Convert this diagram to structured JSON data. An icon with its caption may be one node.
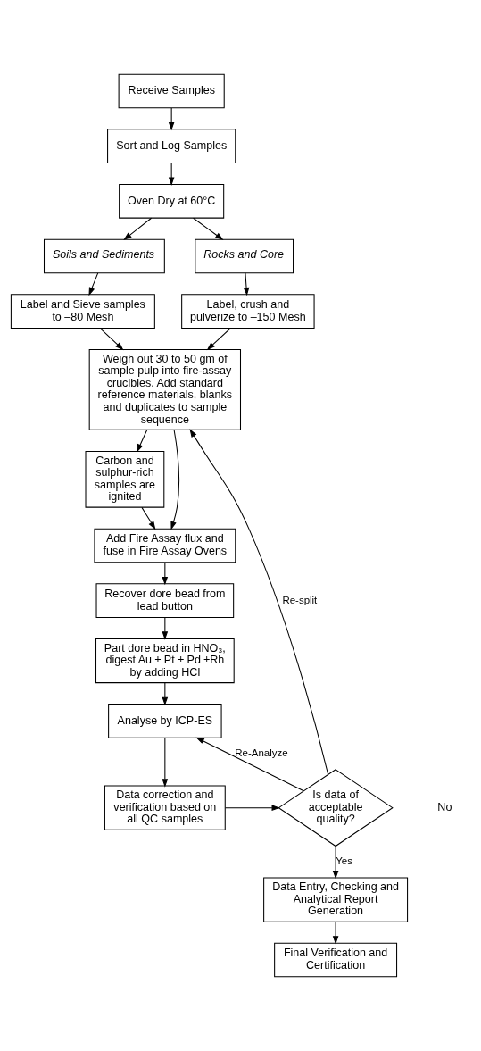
{
  "diagram": {
    "nodes": [
      {
        "text": [
          "Receive Samples"
        ]
      },
      {
        "text": [
          "Sort and Log Samples"
        ]
      },
      {
        "text": [
          "Oven Dry at 60°C"
        ]
      },
      {
        "text": [
          "Soils and Sediments"
        ]
      },
      {
        "text": [
          "Rocks and Core"
        ]
      },
      {
        "text": [
          "Label and Sieve samples to –80 Mesh"
        ]
      },
      {
        "text": [
          "Label, crush and pulverize to –150 Mesh"
        ]
      },
      {
        "text": [
          "Weigh out 30 to 50 gm of sample pulp into fire-assay crucibles. Add standard reference materials, blanks and duplicates to sample sequence"
        ]
      },
      {
        "text": [
          "Carbon and sulphur-rich samples are ignited"
        ]
      },
      {
        "text": [
          "Add Fire Assay flux and fuse in Fire Assay Ovens"
        ]
      },
      {
        "text": [
          "Recover dore bead from lead button"
        ]
      },
      {
        "text": [
          "Part dore bead in HNO₃, digest Au ± Pt ± Pd ±Rh by adding HCl"
        ]
      },
      {
        "text": [
          "Analyse by ICP-ES"
        ]
      },
      {
        "text": [
          "Data correction and verification based on all QC samples"
        ]
      },
      {
        "text": [
          "Is data of acceptable quality?"
        ]
      },
      {
        "text": [
          "Data Entry, Checking and Analytical Report Generation"
        ]
      },
      {
        "text": [
          "Final Verification and Certification"
        ]
      }
    ],
    "edges": [
      {
        "from": 0,
        "to": 1,
        "arrow": "to"
      },
      {
        "from": 1,
        "to": 2,
        "arrow": "to"
      },
      {
        "from": 2,
        "to": 3,
        "arrow": "to"
      },
      {
        "from": 2,
        "to": 4,
        "arrow": "to"
      },
      {
        "from": 3,
        "to": 5,
        "arrow": "to"
      },
      {
        "from": 4,
        "to": 6,
        "arrow": "to"
      },
      {
        "from": 5,
        "to": 7,
        "arrow": "to"
      },
      {
        "from": 6,
        "to": 7,
        "arrow": "to"
      },
      {
        "from": 7,
        "to": 8,
        "arrow": "to"
      },
      {
        "from": 7,
        "to": 9,
        "arrow": "to"
      },
      {
        "from": 8,
        "to": 9,
        "arrow": "to"
      },
      {
        "from": 9,
        "to": 10,
        "arrow": "to"
      },
      {
        "from": 10,
        "to": 11,
        "arrow": "to"
      },
      {
        "from": 11,
        "to": 12,
        "arrow": "to"
      },
      {
        "from": 12,
        "to": 13,
        "arrow": "to"
      },
      {
        "from": 13,
        "to": 14,
        "arrow": "to"
      },
      {
        "from": 14,
        "to": 12,
        "arrow": "to",
        "label": "Re-Analyze"
      },
      {
        "from": 14,
        "to": 7,
        "arrow": "to",
        "label": "Re-split"
      },
      {
        "from": 14,
        "to": 15,
        "arrow": "to",
        "label": "Yes"
      },
      {
        "from": 15,
        "to": 16,
        "arrow": "to"
      }
    ],
    "labels": [
      "No"
    ]
  }
}
